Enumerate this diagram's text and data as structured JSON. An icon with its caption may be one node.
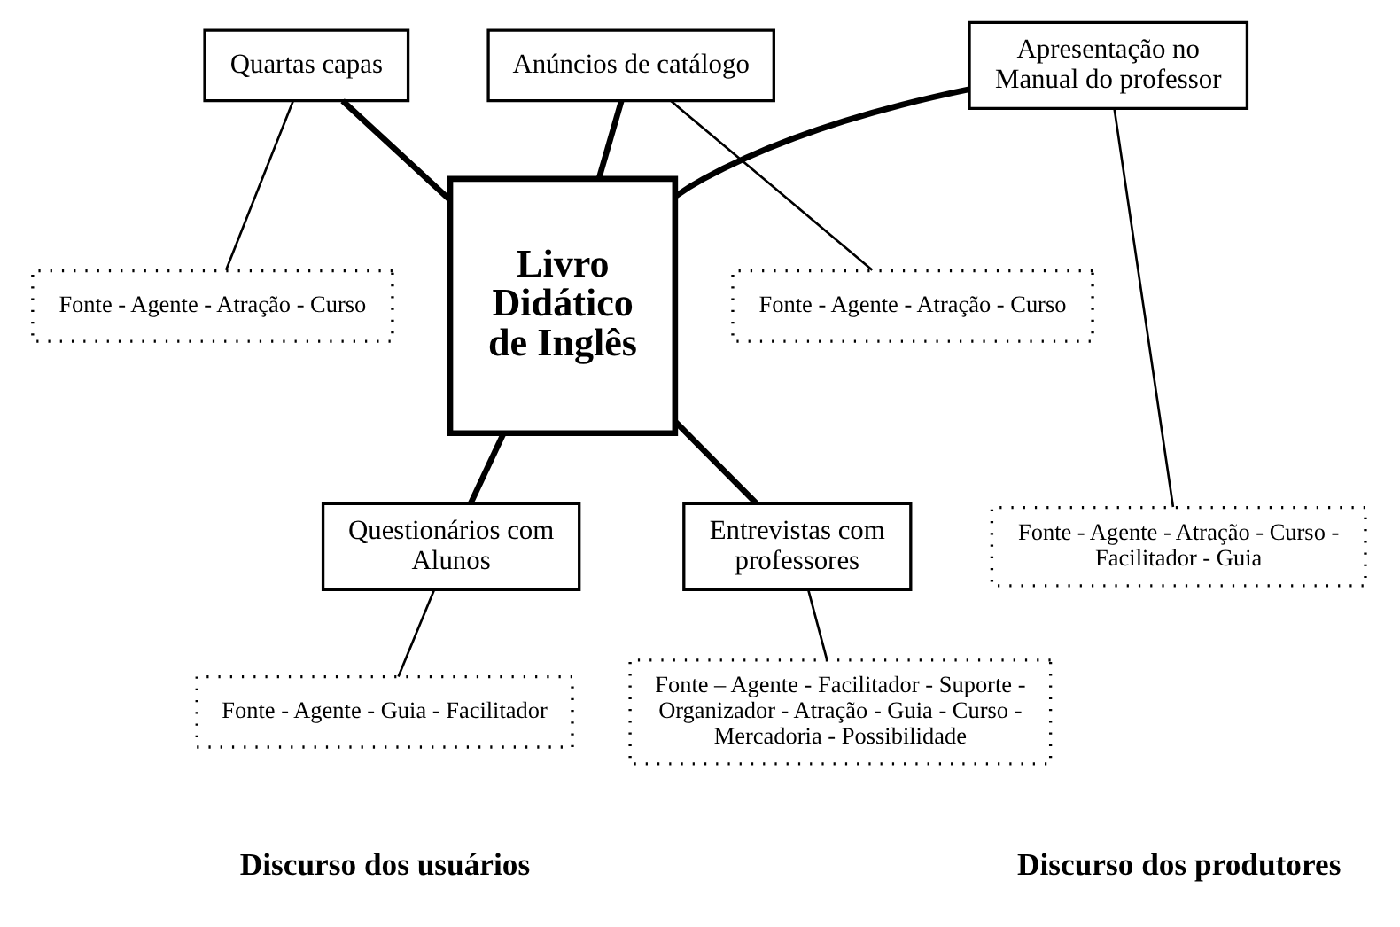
{
  "diagram": {
    "nodes": [
      {
        "text": [
          "Fonte - Agente - Atração - Curso"
        ]
      },
      {
        "text": [
          "Quartas capas"
        ]
      },
      {
        "text": [
          "Entrevistas com professores"
        ]
      },
      {
        "text": [
          "Livro Didático de Inglês"
        ]
      },
      {
        "text": [
          "Anúncios de catálogo"
        ]
      },
      {
        "text": [
          "Fonte – Agente - Facilitador - Suporte - Organizador - Atração - Guia - Curso - Mercadoria - Possibilidade"
        ]
      },
      {
        "text": [
          "Fonte - Agente - Atração - Curso"
        ]
      },
      {
        "text": [
          "Apresentação no Manual do professor"
        ]
      },
      {
        "text": [
          "Questionários com Alunos"
        ]
      },
      {
        "text": [
          "Fonte - Agente - Atração - Curso - Facilitador - Guia"
        ]
      },
      {
        "text": [
          "Fonte - Agente - Guia - Facilitador"
        ]
      }
    ],
    "edges": [
      {
        "from": 1,
        "to": 0,
        "arrow": "none"
      },
      {
        "from": 1,
        "to": 3,
        "arrow": "none",
        "style": "thick"
      },
      {
        "from": 3,
        "to": 2,
        "arrow": "none",
        "style": "thick"
      },
      {
        "from": 4,
        "to": 3,
        "arrow": "none",
        "style": "thick"
      },
      {
        "from": 2,
        "to": 5,
        "arrow": "none"
      },
      {
        "from": 4,
        "to": 6,
        "arrow": "none"
      },
      {
        "from": 7,
        "to": 3,
        "arrow": "none",
        "style": "thick"
      },
      {
        "from": 3,
        "to": 8,
        "arrow": "none",
        "style": "thick"
      },
      {
        "from": 7,
        "to": 9,
        "arrow": "none"
      },
      {
        "from": 8,
        "to": 10,
        "arrow": "none"
      }
    ],
    "labels": [
      "Discurso dos produtores",
      "Discurso dos usuários"
    ]
  }
}
